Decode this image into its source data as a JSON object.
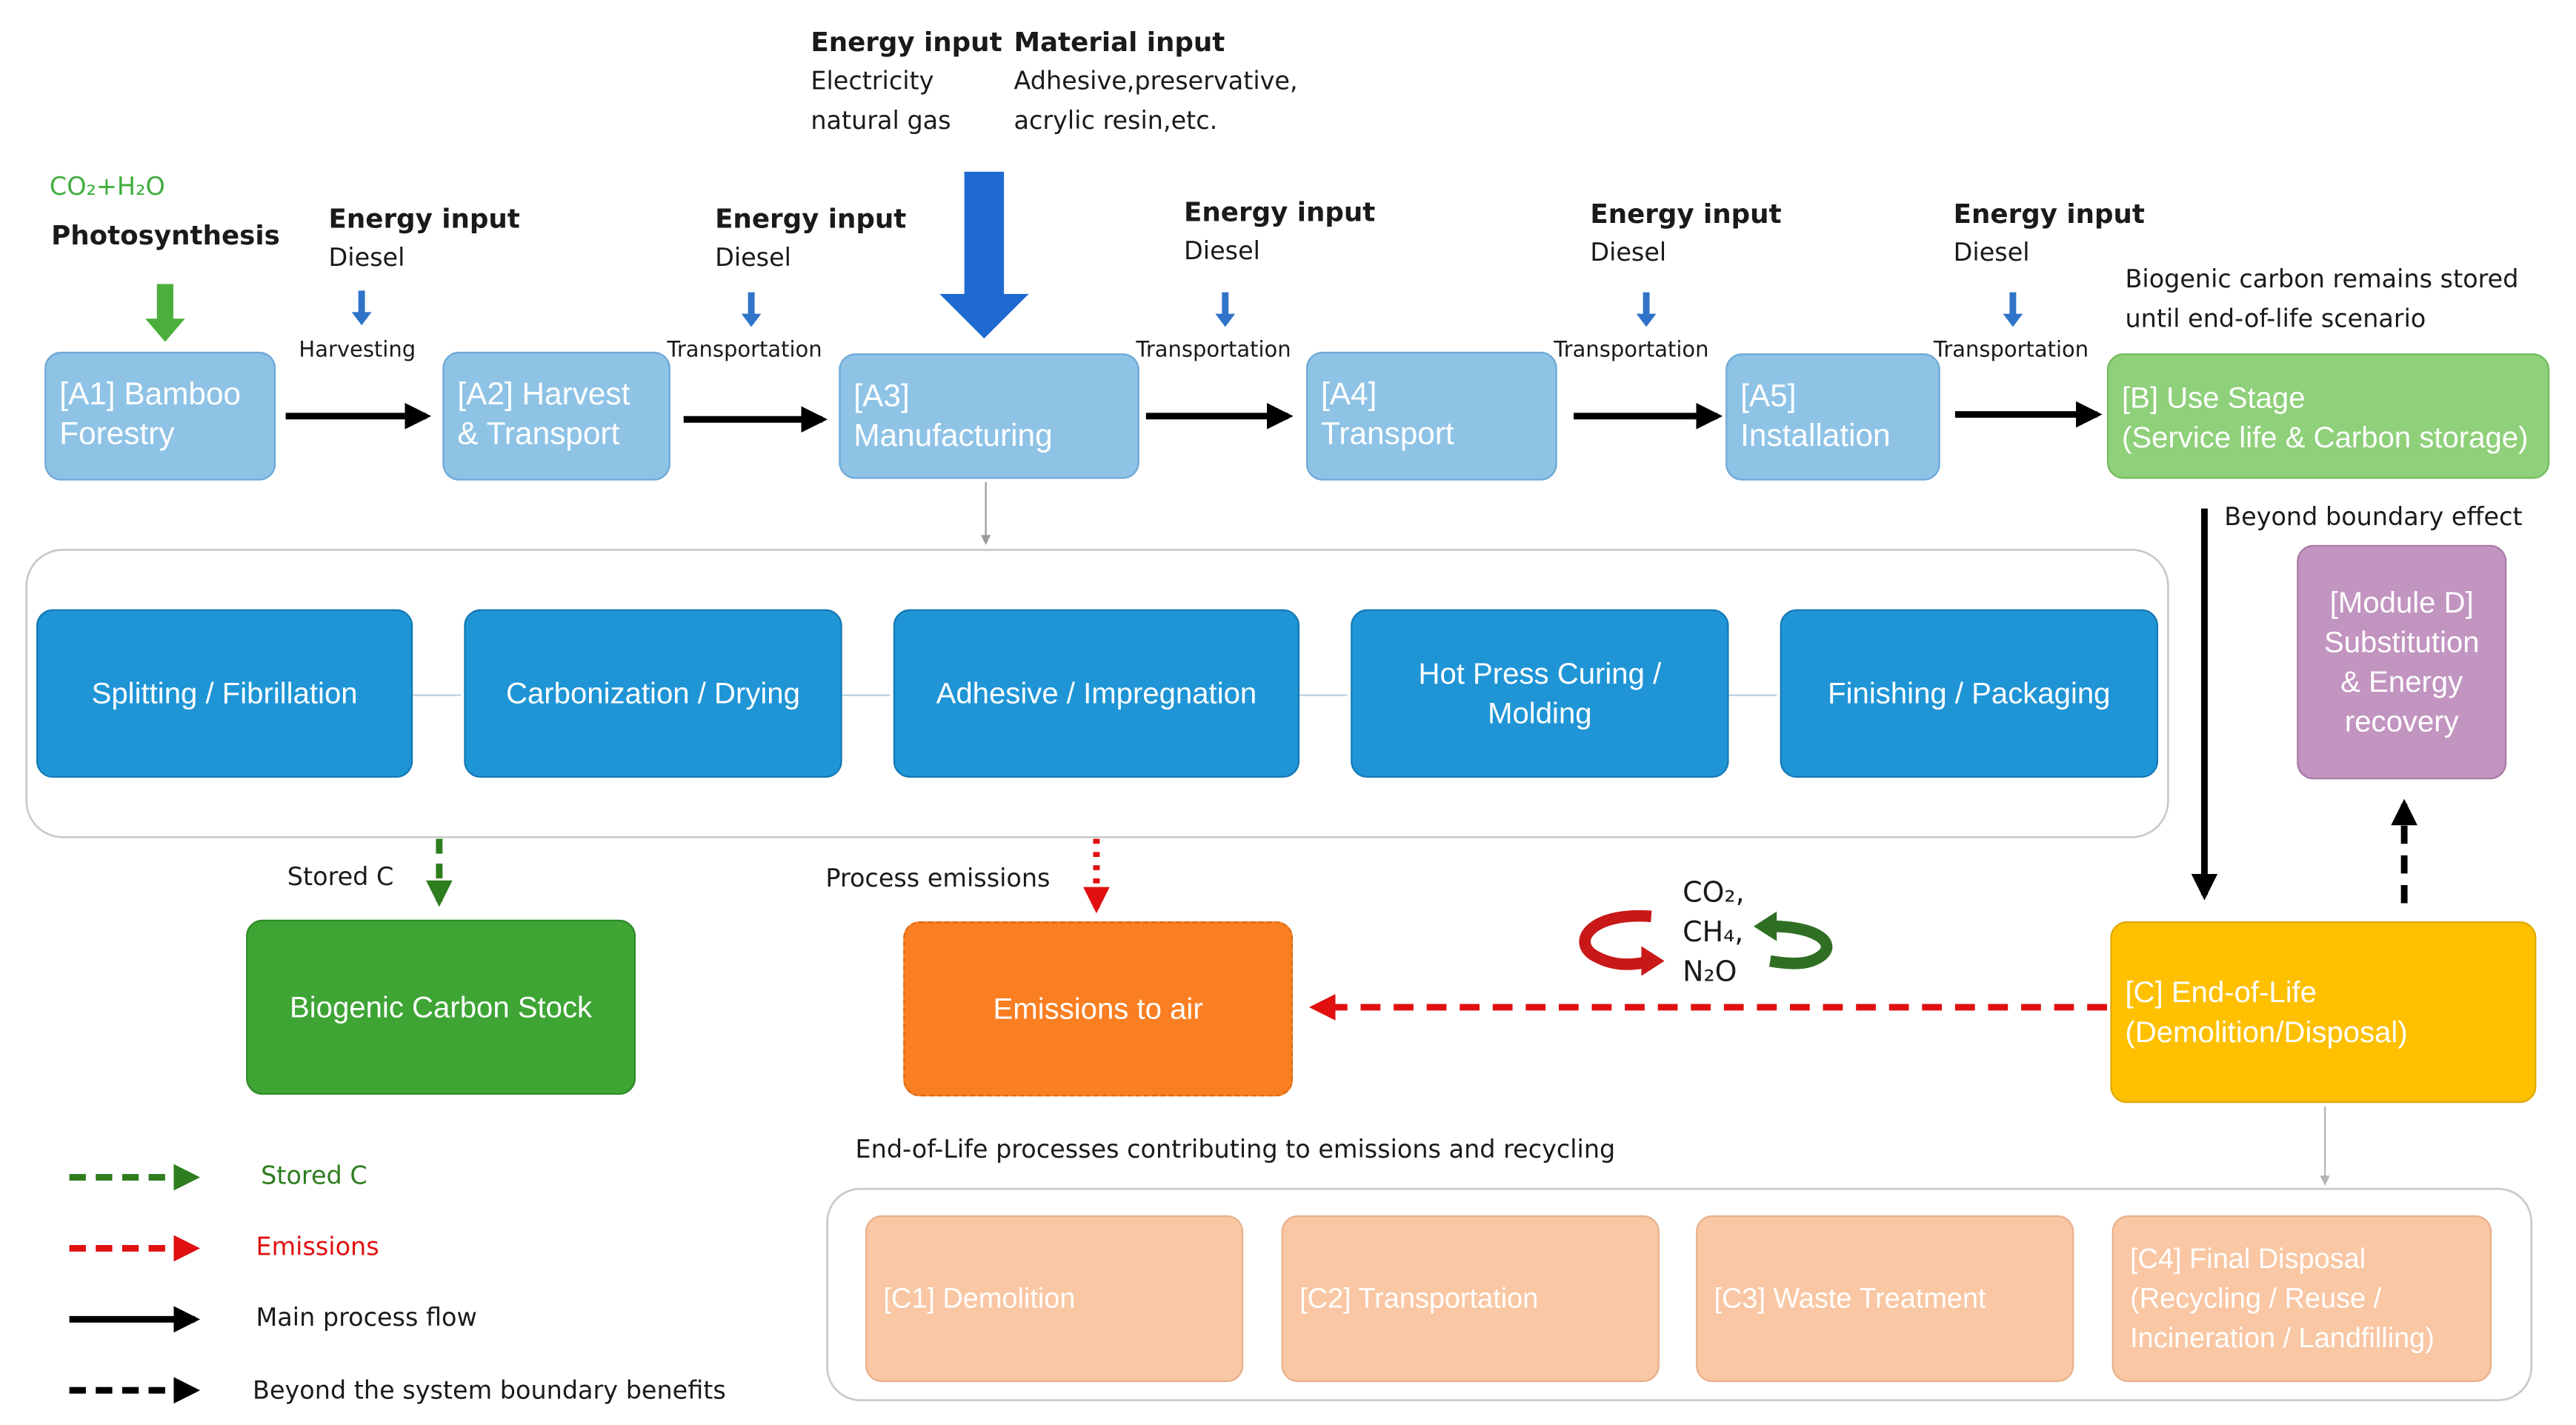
{
  "inputs": {
    "photosynthesis": {
      "formula": "CO₂+H₂O",
      "label": "Photosynthesis"
    },
    "a3_energy": {
      "title": "Energy input",
      "line1": "Electricity",
      "line2": "natural gas"
    },
    "a3_material": {
      "title": "Material input",
      "line1": "Adhesive,preservative,",
      "line2": "acrylic resin,etc."
    },
    "a2": {
      "title": "Energy input",
      "fuel": "Diesel"
    },
    "a3": {
      "title": "Energy input",
      "fuel": "Diesel"
    },
    "a4": {
      "title": "Energy input",
      "fuel": "Diesel"
    },
    "a5": {
      "title": "Energy input",
      "fuel": "Diesel"
    },
    "b": {
      "title": "Energy input",
      "fuel": "Diesel"
    }
  },
  "flow_labels": [
    "Harvesting",
    "Transportation",
    "Transportation",
    "Transportation",
    "Transportation"
  ],
  "stages": [
    {
      "line1": "[A1] Bamboo",
      "line2": "Forestry"
    },
    {
      "line1": "[A2] Harvest",
      "line2": "& Transport"
    },
    {
      "line1": "[A3]",
      "line2": "Manufacturing"
    },
    {
      "line1": "[A4]",
      "line2": "Transport"
    },
    {
      "line1": "[A5]",
      "line2": "Installation"
    },
    {
      "line1": "[B] Use Stage",
      "line2": "(Service life & Carbon storage)"
    }
  ],
  "biogenic_note": {
    "line1": "Biogenic carbon remains stored",
    "line2": "until end-of-life scenario"
  },
  "processes": [
    {
      "label": "Splitting / Fibrillation"
    },
    {
      "label": "Carbonization / Drying"
    },
    {
      "label": "Adhesive / Impregnation"
    },
    {
      "label": "Hot Press Curing / Molding"
    },
    {
      "label": "Finishing / Packaging"
    }
  ],
  "beyond_label": "Beyond boundary effect",
  "module_d": {
    "line1": "[Module D]",
    "line2": "Substitution",
    "line3": "& Energy",
    "line4": "recovery"
  },
  "stored_c_label": "Stored C",
  "process_emissions_label": "Process emissions",
  "biogenic_stock": "Biogenic Carbon Stock",
  "emissions_air": "Emissions to air",
  "gases": {
    "co2": "CO₂,",
    "ch4": "CH₄,",
    "n2o": "N₂O"
  },
  "end_of_life": {
    "line1": "[C] End-of-Life",
    "line2": "(Demolition/Disposal)"
  },
  "eol_caption": "End-of-Life processes contributing to emissions and recycling",
  "eol_boxes": [
    {
      "line1": "[C1] Demolition",
      "line2": "",
      "line3": ""
    },
    {
      "line1": "[C2] Transportation",
      "line2": "",
      "line3": ""
    },
    {
      "line1": "[C3] Waste Treatment",
      "line2": "",
      "line3": ""
    },
    {
      "line1": "[C4] Final Disposal",
      "line2": "(Recycling / Reuse /",
      "line3": "Incineration / Landfilling)"
    }
  ],
  "legend": [
    {
      "label": "Stored C",
      "color": "#2e7d1e",
      "style": "dashed"
    },
    {
      "label": "Emissions",
      "color": "#e01010",
      "style": "dashed"
    },
    {
      "label": "Main process flow",
      "color": "#000000",
      "style": "solid"
    },
    {
      "label": "Beyond the system boundary benefits",
      "color": "#000000",
      "style": "dashed"
    }
  ],
  "colors": {
    "stage_blue": "#8ec3e6",
    "process_blue": "#1f95d6",
    "use_green": "#8fd07a",
    "stock_green": "#3ea535",
    "emission_orange": "#fa7f22",
    "eol_yellow": "#ffc000",
    "module_d_purple": "#c294c0",
    "eol_peach": "#f9c7a4"
  }
}
